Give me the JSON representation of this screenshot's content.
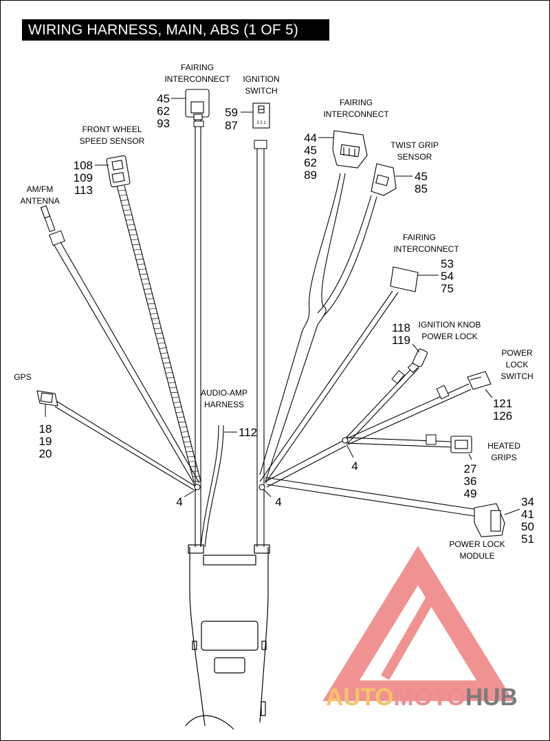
{
  "title": "WIRING HARNESS, MAIN, ABS (1 OF 5)",
  "components": [
    {
      "id": "fairing-1",
      "label": [
        "FAIRING",
        "INTERCONNECT"
      ],
      "refs": [
        "45",
        "62",
        "93"
      ]
    },
    {
      "id": "ignition-switch",
      "label": [
        "IGNITION",
        "SWITCH"
      ],
      "refs": [
        "59",
        "87"
      ],
      "pins": "3 2 1"
    },
    {
      "id": "front-wheel",
      "label": [
        "FRONT WHEEL",
        "SPEED SENSOR"
      ],
      "refs": [
        "108",
        "109",
        "113"
      ]
    },
    {
      "id": "fairing-2",
      "label": [
        "FAIRING",
        "INTERCONNECT"
      ],
      "refs": [
        "44",
        "45",
        "62",
        "89"
      ]
    },
    {
      "id": "twist-grip",
      "label": [
        "TWIST GRIP",
        "SENSOR"
      ],
      "refs": [
        "45",
        "85"
      ]
    },
    {
      "id": "amfm",
      "label": [
        "AM/FM",
        "ANTENNA"
      ],
      "refs": []
    },
    {
      "id": "fairing-3",
      "label": [
        "FAIRING",
        "INTERCONNECT"
      ],
      "refs": [
        "53",
        "54",
        "75"
      ]
    },
    {
      "id": "ignition-knob",
      "label": [
        "IGNITION KNOB",
        "POWER LOCK"
      ],
      "refs": [
        "118",
        "119"
      ]
    },
    {
      "id": "power-lock-switch",
      "label": [
        "POWER",
        "LOCK",
        "SWITCH"
      ],
      "refs": [
        "121",
        "126"
      ]
    },
    {
      "id": "gps",
      "label": [
        "GPS"
      ],
      "refs": [
        "18",
        "19",
        "20"
      ]
    },
    {
      "id": "audio-amp",
      "label": [
        "AUDIO-AMP",
        "HARNESS"
      ],
      "refs": [
        "112"
      ]
    },
    {
      "id": "heated-grips",
      "label": [
        "HEATED",
        "GRIPS"
      ],
      "refs": [
        "27",
        "36",
        "49"
      ]
    },
    {
      "id": "power-lock-module",
      "label": [
        "POWER LOCK",
        "MODULE"
      ],
      "refs": [
        "34",
        "41",
        "50",
        "51"
      ]
    }
  ],
  "tie_callouts": [
    "4",
    "4",
    "4"
  ],
  "watermark": {
    "part1": "AUTO",
    "part2": "MOTO",
    "part3": "HUB",
    "color1": "#f6c467",
    "color2": "#ee8f8f",
    "color3": "#7b7b7b",
    "logo_color": "#ef7f7f"
  }
}
